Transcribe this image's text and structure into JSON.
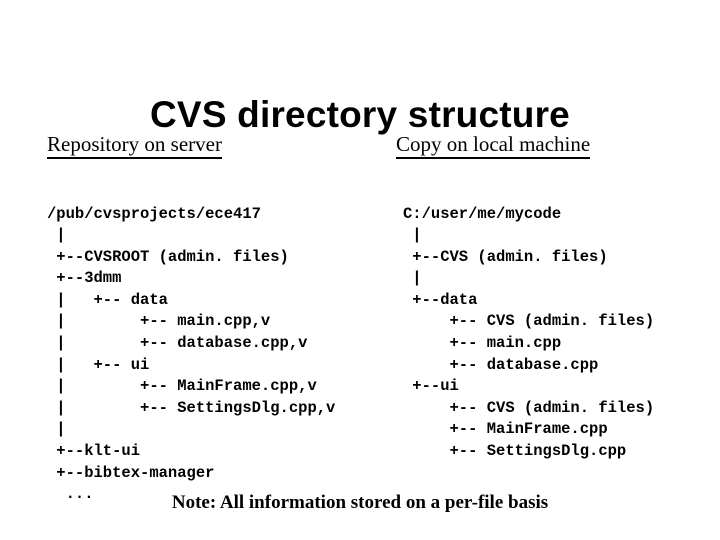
{
  "slide": {
    "title": "CVS directory structure",
    "background_color": "#ffffff",
    "text_color": "#000000"
  },
  "columns": {
    "left": {
      "heading": "Repository on server",
      "root": "/pub/cvsprojects/ece417",
      "lines": [
        "/pub/cvsprojects/ece417",
        " |",
        " +--CVSROOT (admin. files)",
        " +--3dmm",
        " |   +-- data",
        " |        +-- main.cpp,v",
        " |        +-- database.cpp,v",
        " |   +-- ui",
        " |        +-- MainFrame.cpp,v",
        " |        +-- SettingsDlg.cpp,v",
        " |",
        " +--klt-ui",
        " +--bibtex-manager",
        "  ..."
      ]
    },
    "right": {
      "heading": "Copy on local machine",
      "root": "C:/user/me/mycode",
      "lines": [
        "C:/user/me/mycode",
        " |",
        " +--CVS (admin. files)",
        " |",
        " +--data",
        "     +-- CVS (admin. files)",
        "     +-- main.cpp",
        "     +-- database.cpp",
        " +--ui",
        "     +-- CVS (admin. files)",
        "     +-- MainFrame.cpp",
        "     +-- SettingsDlg.cpp"
      ]
    }
  },
  "footer": {
    "note": "Note:  All information stored on a per-file basis"
  }
}
